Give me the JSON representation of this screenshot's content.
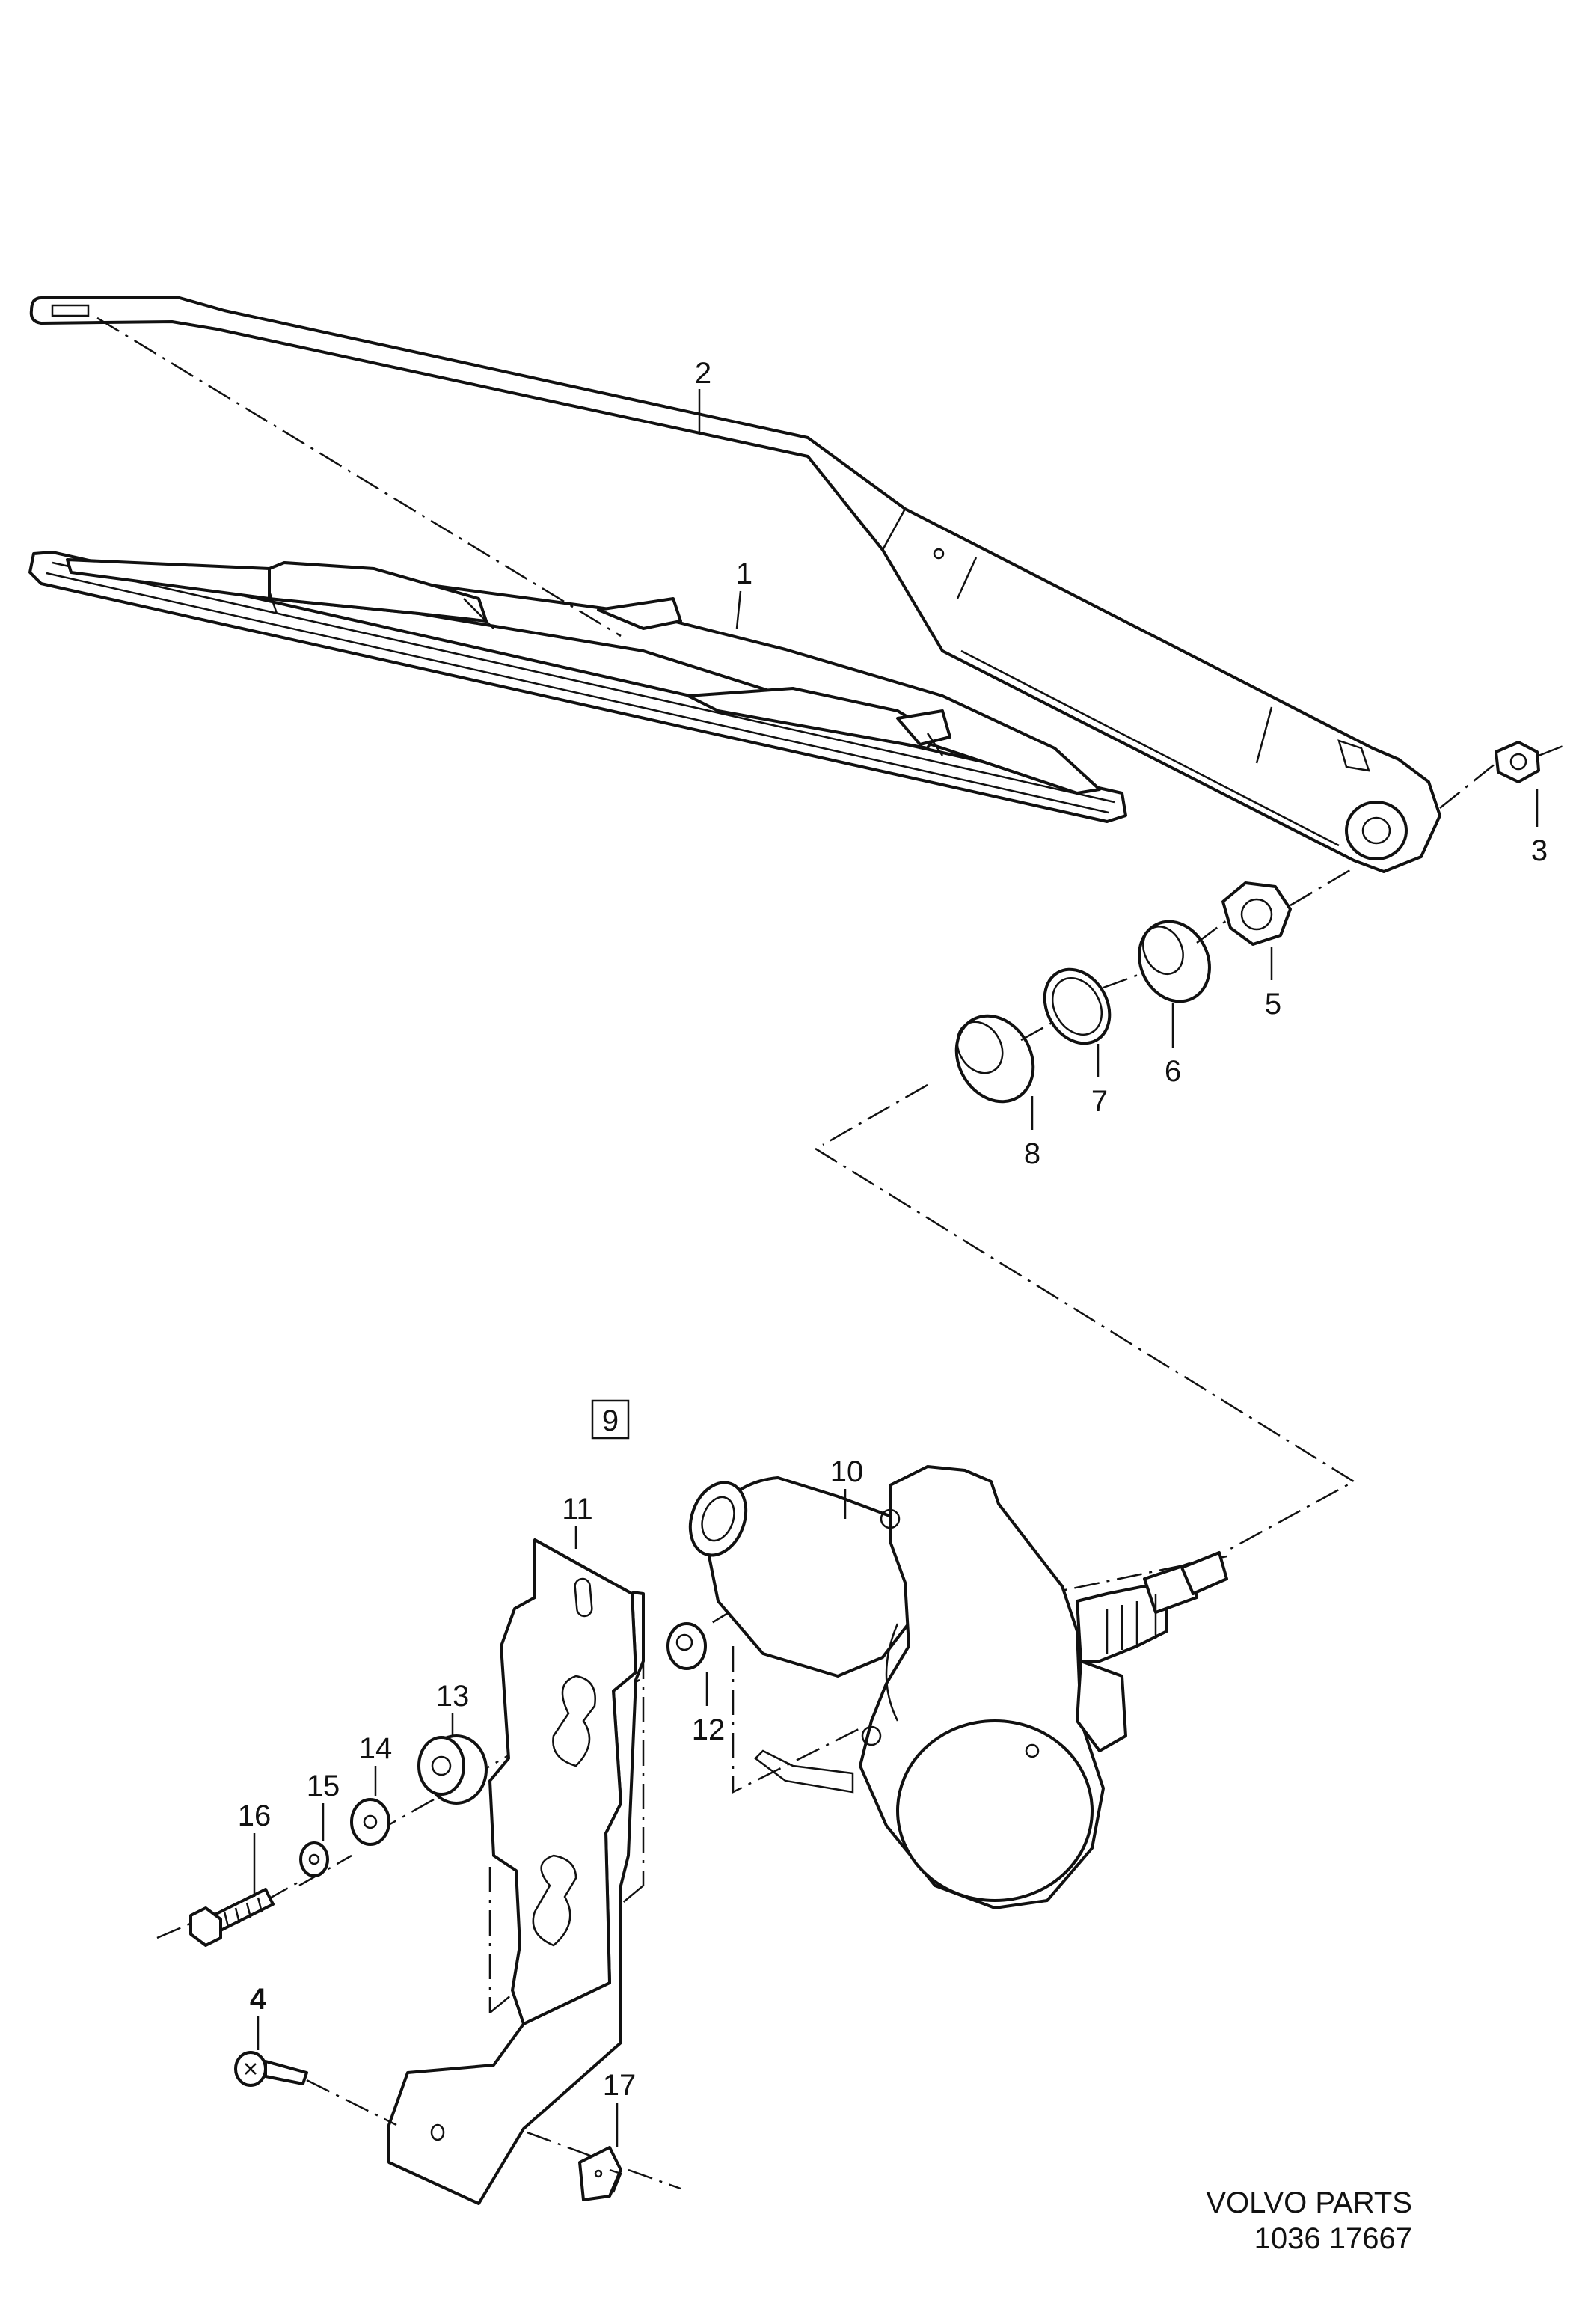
{
  "callouts": [
    {
      "id": "1",
      "text": "1"
    },
    {
      "id": "2",
      "text": "2"
    },
    {
      "id": "3",
      "text": "3"
    },
    {
      "id": "4",
      "text": "4"
    },
    {
      "id": "5",
      "text": "5"
    },
    {
      "id": "6",
      "text": "6"
    },
    {
      "id": "7",
      "text": "7"
    },
    {
      "id": "8",
      "text": "8"
    },
    {
      "id": "9",
      "text": "9"
    },
    {
      "id": "10",
      "text": "10"
    },
    {
      "id": "11",
      "text": "11"
    },
    {
      "id": "12",
      "text": "12"
    },
    {
      "id": "13",
      "text": "13"
    },
    {
      "id": "14",
      "text": "14"
    },
    {
      "id": "15",
      "text": "15"
    },
    {
      "id": "16",
      "text": "16"
    },
    {
      "id": "17",
      "text": "17"
    }
  ],
  "footer": {
    "brand": "VOLVO PARTS",
    "code": "1036  17667"
  }
}
